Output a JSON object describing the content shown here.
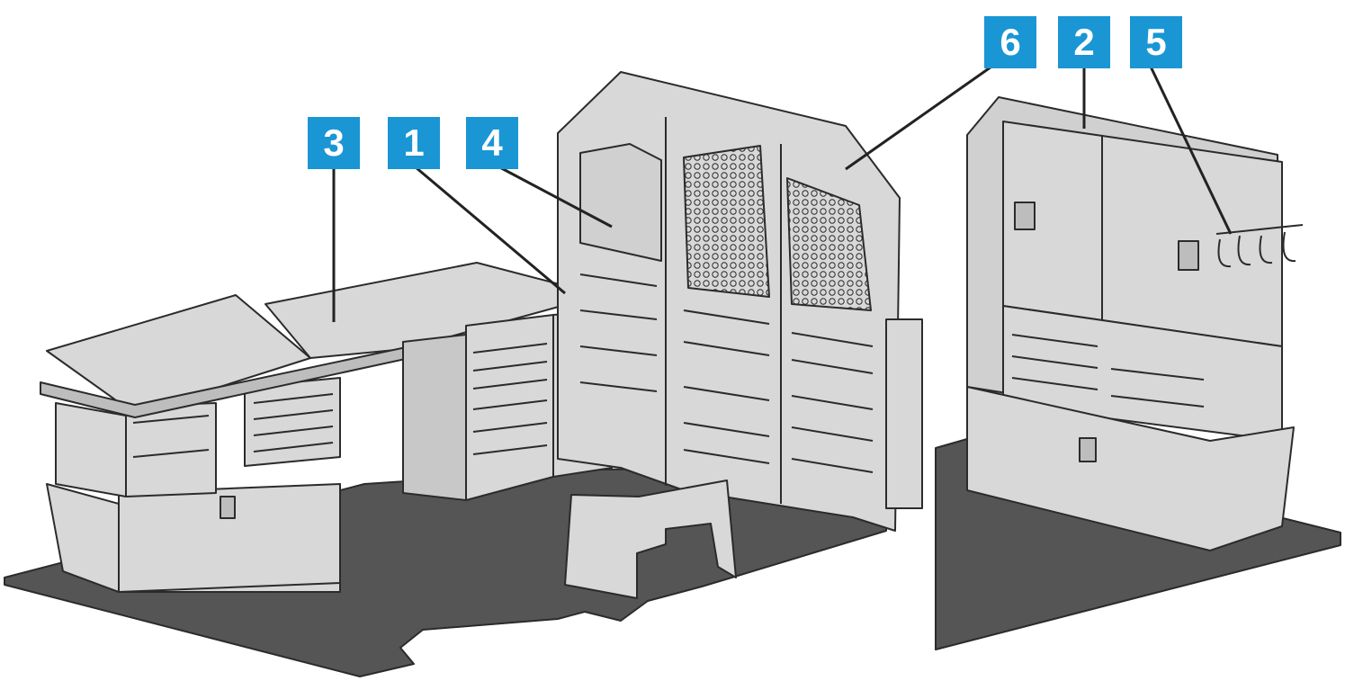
{
  "colors": {
    "badge_bg": "#1a96d4",
    "badge_text": "#ffffff",
    "floor": "#555555",
    "panel": "#d8d8d8",
    "panel_dark": "#bdbdbd",
    "outline": "#2b2b2b",
    "leader": "#222222"
  },
  "callouts": [
    {
      "id": "c3",
      "label": "3",
      "points_to": "workbench-top"
    },
    {
      "id": "c1",
      "label": "1",
      "points_to": "drawer-cabinet-left"
    },
    {
      "id": "c4",
      "label": "4",
      "points_to": "partition-window"
    },
    {
      "id": "c6",
      "label": "6",
      "points_to": "partition-wall"
    },
    {
      "id": "c2",
      "label": "2",
      "points_to": "storage-cabinet-right"
    },
    {
      "id": "c5",
      "label": "5",
      "points_to": "hook-rack"
    }
  ]
}
